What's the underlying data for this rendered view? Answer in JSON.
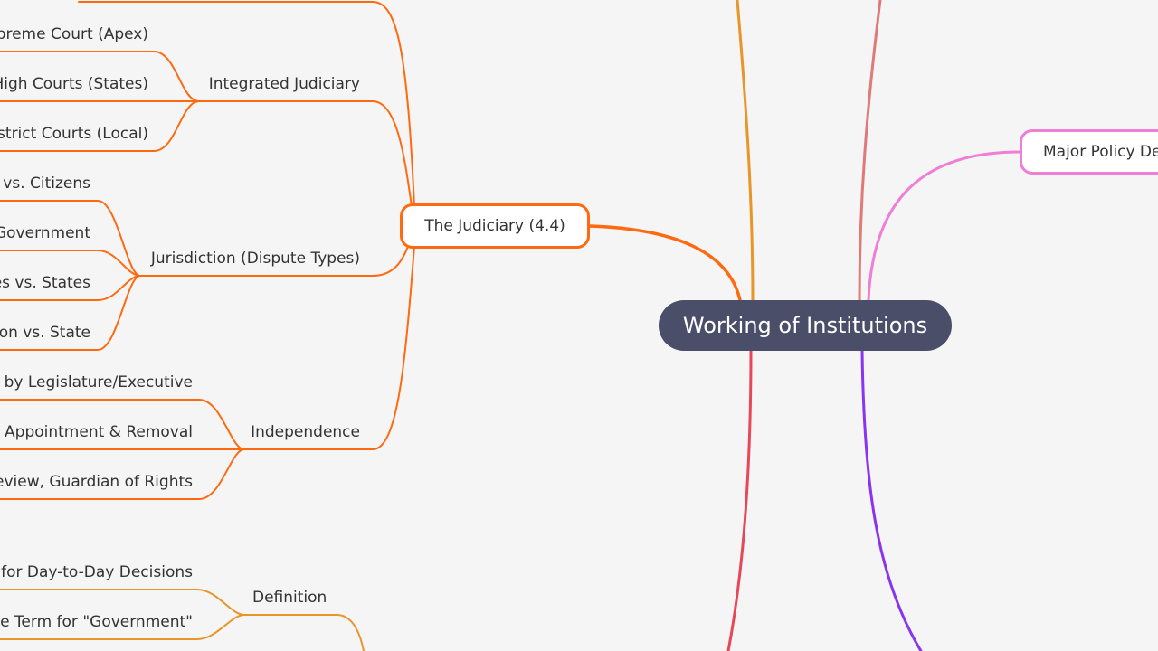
{
  "central": {
    "label": "Working of Institutions",
    "color": "#4a4e69"
  },
  "judiciary": {
    "label": "The Judiciary (4.4)",
    "color": "#ff6a10",
    "branches": [
      {
        "label": "Integrated Judiciary",
        "children": [
          "Supreme Court (Apex)",
          "High Courts (States)",
          "District Courts (Local)"
        ]
      },
      {
        "label": "Jurisdiction (Dispute Types)",
        "children": [
          "s vs. Citizens",
          "Government",
          "es vs. States",
          "ion vs. State"
        ]
      },
      {
        "label": "Independence",
        "children": [
          "d by Legislature/Executive",
          "s Appointment & Removal",
          "eview, Guardian of Rights"
        ]
      }
    ]
  },
  "definition": {
    "label": "Definition",
    "color": "#e8952a",
    "children": [
      "s for Day-to-Day Decisions",
      "e Term for \"Government\""
    ]
  },
  "policy": {
    "label": "Major Policy De",
    "color": "#ee7ed6"
  },
  "branch_colors": {
    "gold": "#e8952a",
    "salmon": "#de7a78",
    "red": "#e8475a",
    "purple": "#8a33f0"
  }
}
